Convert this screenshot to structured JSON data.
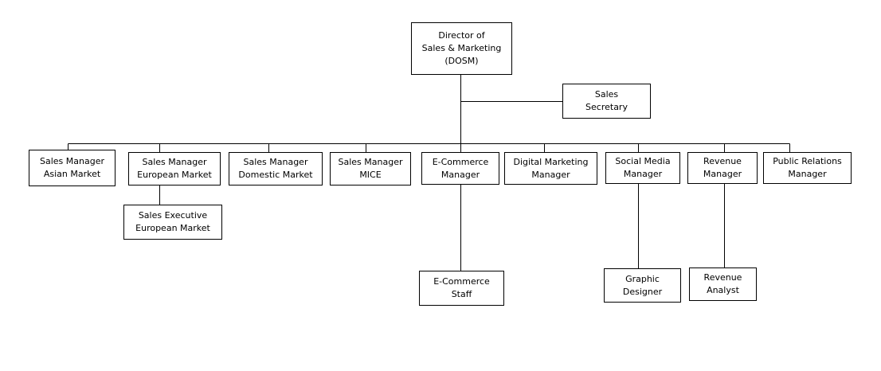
{
  "nodes": {
    "dosm": "Director of\nSales & Marketing\n(DOSM)",
    "sales_secretary": "Sales\nSecretary",
    "sm_asian": "Sales Manager\nAsian Market",
    "sm_european": "Sales Manager\nEuropean Market",
    "sm_domestic": "Sales Manager\nDomestic Market",
    "sm_mice": "Sales Manager\nMICE",
    "ecommerce_manager": "E-Commerce\nManager",
    "digital_marketing_manager": "Digital  Marketing\nManager",
    "social_media_manager": "Social Media\nManager",
    "revenue_manager": "Revenue\nManager",
    "pr_manager": "Public Relations\nManager",
    "sales_exec_european": "Sales Executive\nEuropean Market",
    "ecommerce_staff": "E-Commerce\nStaff",
    "graphic_designer": "Graphic\nDesigner",
    "revenue_analyst": "Revenue\nAnalyst"
  }
}
